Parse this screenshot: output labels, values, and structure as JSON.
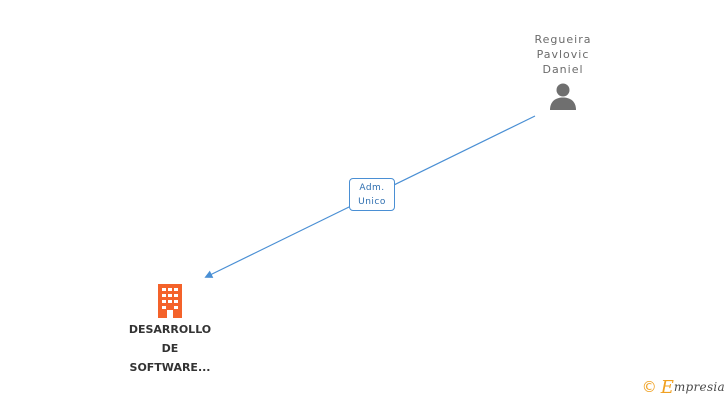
{
  "nodes": {
    "person": {
      "name_line1": "Regueira",
      "name_line2": "Pavlovic",
      "name_line3": "Daniel",
      "icon": "person-icon",
      "color": "#6f6f6f"
    },
    "company": {
      "name_line1": "DESARROLLO",
      "name_line2": "DE",
      "name_line3": "SOFTWARE...",
      "icon": "building-icon",
      "color": "#f4622a"
    }
  },
  "edge": {
    "label_line1": "Adm.",
    "label_line2": "Unico",
    "color": "#4a8fd4"
  },
  "brand": {
    "copyright": "©",
    "logo_initial": "E",
    "logo_rest": "mpresia"
  }
}
